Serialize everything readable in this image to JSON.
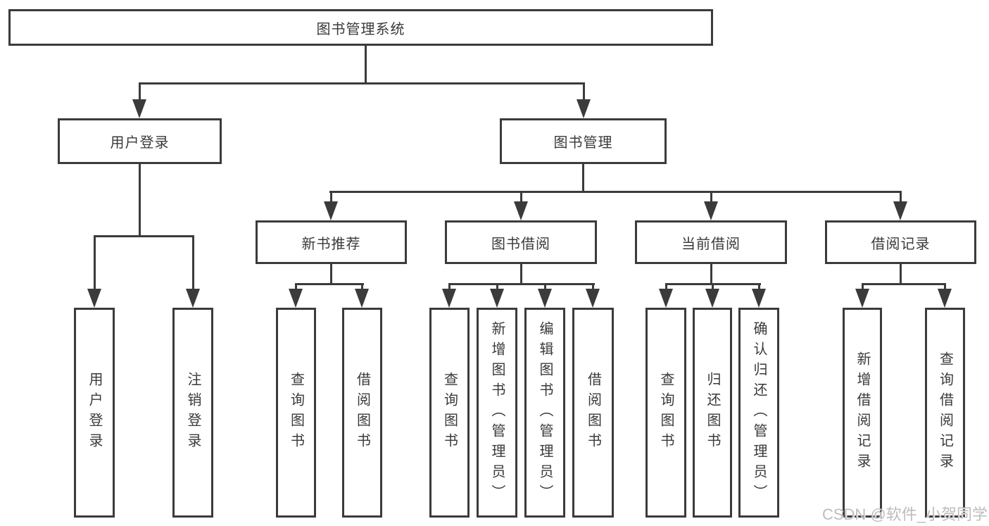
{
  "nodes": {
    "root": {
      "label": "图书管理系统"
    },
    "user_login": {
      "label": "用户登录"
    },
    "book_mgmt": {
      "label": "图书管理"
    },
    "new_books": {
      "label": "新书推荐"
    },
    "book_borrow": {
      "label": "图书借阅"
    },
    "current_borrow": {
      "label": "当前借阅"
    },
    "borrow_records": {
      "label": "借阅记录"
    },
    "leaf_user_login": {
      "label": "用户登录"
    },
    "leaf_logout": {
      "label": "注销登录"
    },
    "leaf_nb_query": {
      "label": "查询图书"
    },
    "leaf_nb_borrow": {
      "label": "借阅图书"
    },
    "leaf_bb_query": {
      "label": "查询图书"
    },
    "leaf_bb_add": {
      "label": "新增图书（管理员）"
    },
    "leaf_bb_edit": {
      "label": "编辑图书（管理员）"
    },
    "leaf_bb_borrow": {
      "label": "借阅图书"
    },
    "leaf_cb_query": {
      "label": "查询图书"
    },
    "leaf_cb_return": {
      "label": "归还图书"
    },
    "leaf_cb_confirm": {
      "label": "确认归还（管理员）"
    },
    "leaf_br_add": {
      "label": "新增借阅记录"
    },
    "leaf_br_query": {
      "label": "查询借阅记录"
    }
  },
  "hierarchy": {
    "图书管理系统": [
      "用户登录",
      "图书管理"
    ],
    "用户登录": [
      "用户登录",
      "注销登录"
    ],
    "图书管理": [
      "新书推荐",
      "图书借阅",
      "当前借阅",
      "借阅记录"
    ],
    "新书推荐": [
      "查询图书",
      "借阅图书"
    ],
    "图书借阅": [
      "查询图书",
      "新增图书（管理员）",
      "编辑图书（管理员）",
      "借阅图书"
    ],
    "当前借阅": [
      "查询图书",
      "归还图书",
      "确认归还（管理员）"
    ],
    "借阅记录": [
      "新增借阅记录",
      "查询借阅记录"
    ]
  },
  "watermark": "CSDN @软件_小贺同学",
  "colors": {
    "line": "#3b3b3b",
    "text": "#3a3a3a",
    "watermark": "#bdbdbd"
  }
}
